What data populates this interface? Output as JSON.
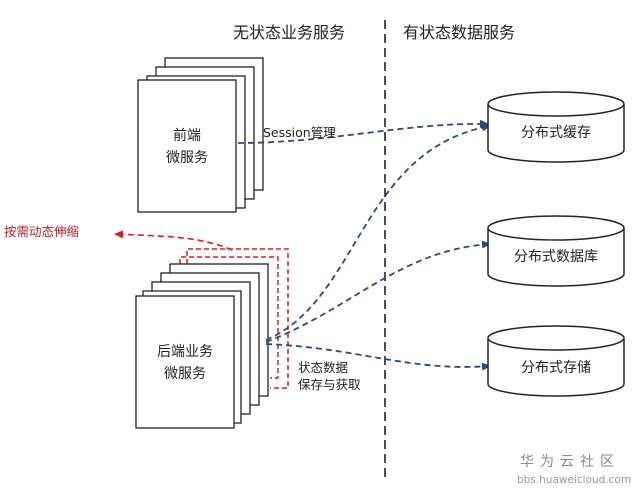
{
  "headers": {
    "stateless": "无状态业务服务",
    "stateful": "有状态数据服务"
  },
  "frontend": {
    "line1": "前端",
    "line2": "微服务"
  },
  "backend": {
    "line1": "后端业务",
    "line2": "微服务"
  },
  "labels": {
    "session": "Session管理",
    "scale": "按需动态伸缩",
    "state_line1": "状态数据",
    "state_line2": "保存与获取"
  },
  "databases": {
    "cache": "分布式缓存",
    "db": "分布式数据库",
    "storage": "分布式存储"
  },
  "watermark": {
    "cn": "华为云社区",
    "en": "bbs.huaweicloud.com"
  },
  "colors": {
    "dashed_blue": "#2b4a7a",
    "dashed_red": "#c8262c",
    "border": "#222222"
  }
}
